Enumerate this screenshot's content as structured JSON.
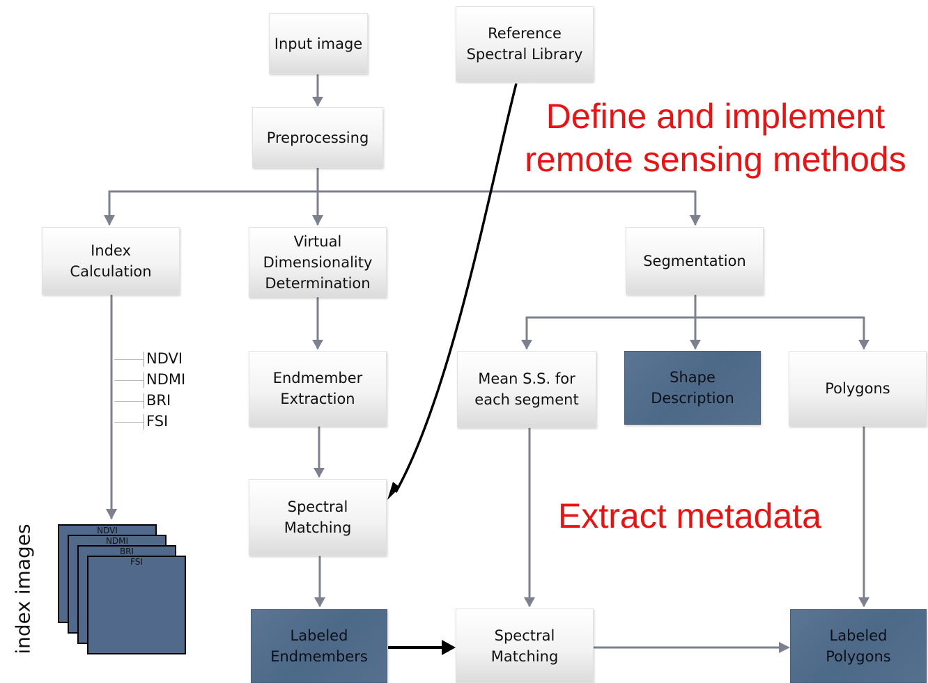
{
  "nodes": {
    "input_image": "Input image",
    "reference_library": "Reference\nSpectral Library",
    "preprocessing": "Preprocessing",
    "index_calculation": "Index\nCalculation",
    "virtual_dimensionality": "Virtual\nDimensionality\nDetermination",
    "segmentation": "Segmentation",
    "endmember_extraction": "Endmember\nExtraction",
    "mean_ss": "Mean S.S. for\neach segment",
    "shape_description": "Shape\nDescription",
    "polygons": "Polygons",
    "spectral_matching_1": "Spectral\nMatching",
    "labeled_endmembers": "Labeled\nEndmembers",
    "spectral_matching_2": "Spectral\nMatching",
    "labeled_polygons": "Labeled\nPolygons"
  },
  "indices": [
    "NDVI",
    "NDMI",
    "BRI",
    "FSI"
  ],
  "stack_layers": [
    "NDVI",
    "NDMI",
    "BRI",
    "FSI"
  ],
  "stack_label": "index images",
  "annotations": {
    "define": "Define and implement\nremote sensing methods",
    "extract": "Extract metadata"
  },
  "colors": {
    "arrow_gray": "#7d808d",
    "dark_box": "#51698a",
    "annotation_red": "#ee1111"
  }
}
